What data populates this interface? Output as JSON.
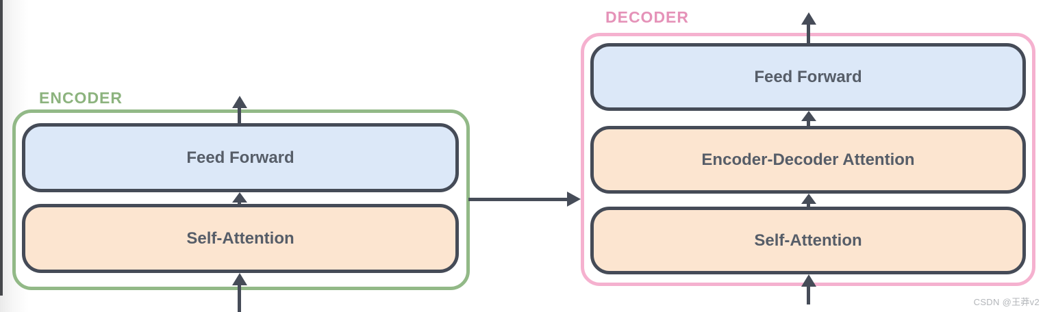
{
  "encoder": {
    "label": "ENCODER",
    "accent_color": "#8fb584",
    "blocks": [
      {
        "label": "Feed Forward",
        "fill": "#dce8f8"
      },
      {
        "label": "Self-Attention",
        "fill": "#fce5d0"
      }
    ]
  },
  "decoder": {
    "label": "DECODER",
    "accent_color": "#f2a9c9",
    "blocks": [
      {
        "label": "Feed Forward",
        "fill": "#dce8f8"
      },
      {
        "label": "Encoder-Decoder Attention",
        "fill": "#fce5d0"
      },
      {
        "label": "Self-Attention",
        "fill": "#fce5d0"
      }
    ]
  },
  "connections": {
    "encoder_to_decoder": "arrow-right",
    "flow_direction": "bottom-to-top"
  },
  "icons": {
    "arrow_up": "▲",
    "arrow_right": "▶"
  },
  "colors": {
    "box_border": "#454b57",
    "block_text": "#565d68",
    "arrow": "#464c58",
    "blue_fill": "#dce8f8",
    "orange_fill": "#fce5d0",
    "watermark_text": "#b3b6ba"
  },
  "watermark": {
    "text": "CSDN @王莽v2"
  }
}
